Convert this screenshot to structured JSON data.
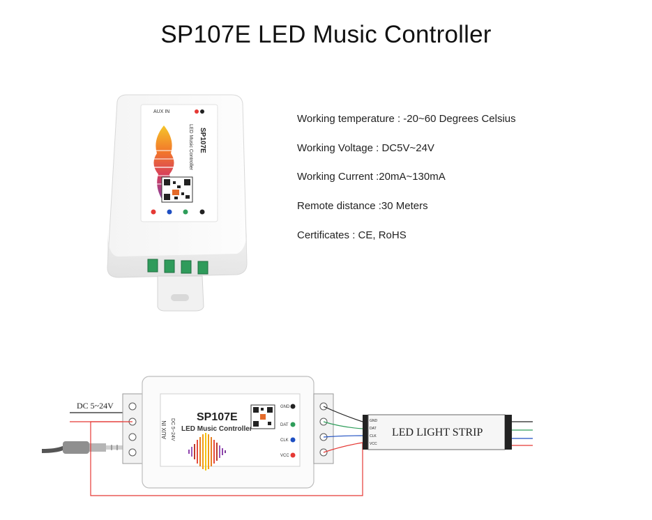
{
  "title": "SP107E LED Music Controller",
  "specs": [
    "Working temperature : -20~60 Degrees Celsius",
    "Working Voltage : DC5V~24V",
    "Working Current :20mA~130mA",
    "Remote distance :30 Meters",
    "Certificates : CE, RoHS"
  ],
  "device": {
    "model": "SP107E",
    "name": "LED Music Controller",
    "aux_label": "AUX IN",
    "dc_label": "DC 5~24V",
    "pins": [
      "GND",
      "DAT",
      "CLK",
      "VCC"
    ]
  },
  "diagram": {
    "power_label": "DC 5~24V",
    "strip_label": "LED LIGHT STRIP",
    "strip_pins": [
      "GND",
      "DAT",
      "CLK",
      "VCC"
    ]
  },
  "colors": {
    "wire_red": "#e53935",
    "wire_green": "#2e9d5a",
    "wire_blue": "#1e4fc2",
    "wire_black": "#222222"
  }
}
